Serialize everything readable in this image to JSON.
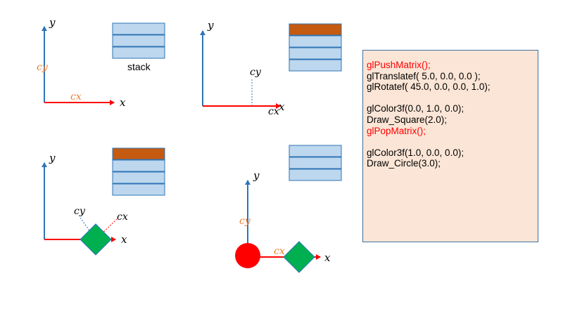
{
  "labels": {
    "y": "y",
    "x": "x",
    "cx": "cx",
    "cy": "cy",
    "stack": "stack"
  },
  "colors": {
    "y_axis": "#2e75b6",
    "x_axis": "#ff0000",
    "local_label": "#ed7d31",
    "stack_cell": "#bdd7ee",
    "stack_border": "#2e75b6",
    "stack_top": "#c55a11",
    "square": "#00b050",
    "circle": "#ff0000",
    "code_bg": "#fbe5d6",
    "code_border": "#41719c",
    "code_highlight": "#ff0000"
  },
  "code": {
    "lines": [
      {
        "text": "glPushMatrix();",
        "highlight": true
      },
      {
        "text": "glTranslatef( 5.0, 0.0, 0.0 );",
        "highlight": false
      },
      {
        "text": "glRotatef( 45.0, 0.0, 0.0, 1.0);",
        "highlight": false
      },
      {
        "text": "",
        "highlight": false
      },
      {
        "text": "glColor3f(0.0, 1.0, 0.0);",
        "highlight": false
      },
      {
        "text": "Draw_Square(2.0);",
        "highlight": false
      },
      {
        "text": "glPopMatrix();",
        "highlight": true
      },
      {
        "text": "",
        "highlight": false
      },
      {
        "text": "glColor3f(1.0, 0.0, 0.0);",
        "highlight": false
      },
      {
        "text": "Draw_Circle(3.0);",
        "highlight": false
      }
    ]
  }
}
